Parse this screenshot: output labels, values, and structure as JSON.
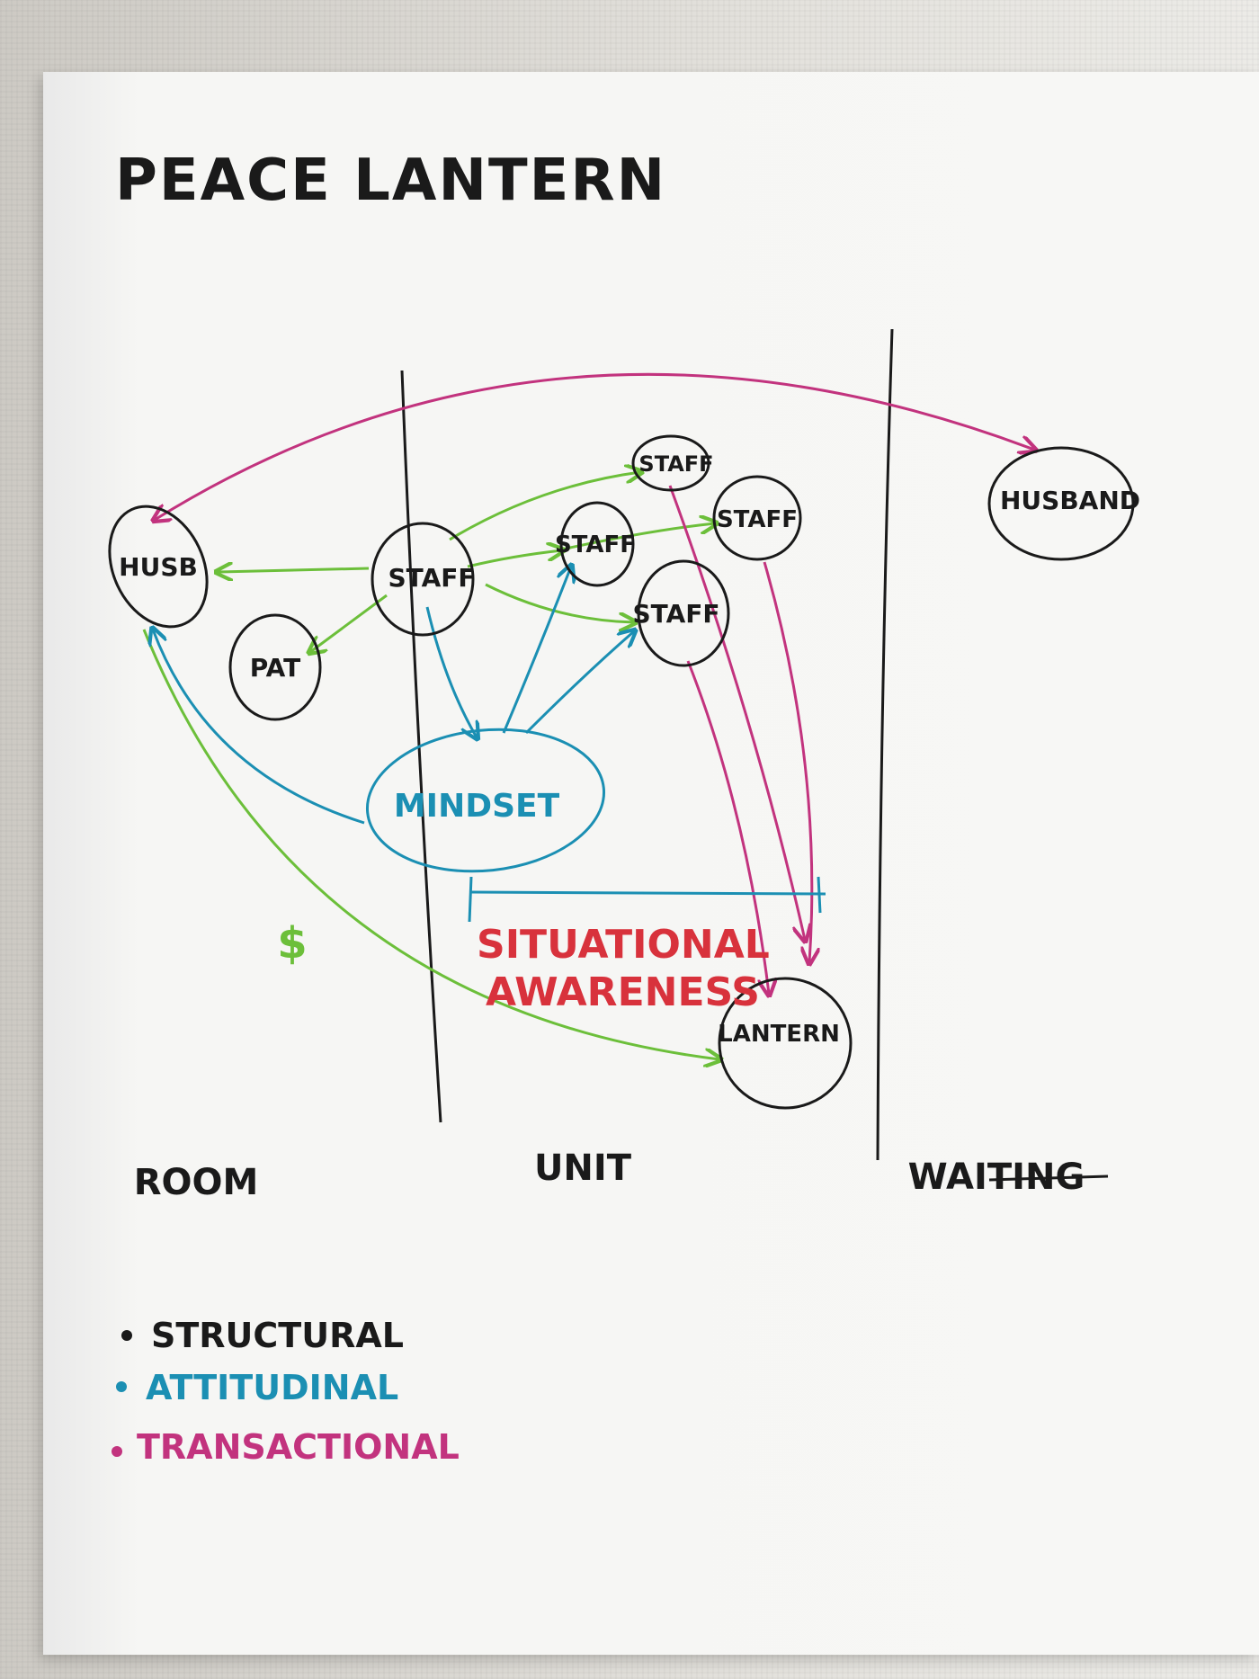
{
  "title": "PEACE LANTERN",
  "columns": [
    "ROOM",
    "UNIT",
    "WAITING"
  ],
  "nodes": {
    "husb": "HUSB",
    "pat": "PAT",
    "staff_center": "STAFF",
    "staff_top": "STAFF",
    "staff_mid": "STAFF",
    "staff_right": "STAFF",
    "staff_lower": "STAFF",
    "husband": "HUSBAND",
    "mindset": "MINDSET",
    "lantern": "LANTERN"
  },
  "annotations": {
    "dollar": "$",
    "situational_line1": "SITUATIONAL",
    "situational_line2": "AWARENESS"
  },
  "legend": [
    {
      "label": "STRUCTURAL",
      "color": "#1a1a1a"
    },
    {
      "label": "ATTITUDINAL",
      "color": "#1b8fb3"
    },
    {
      "label": "TRANSACTIONAL",
      "color": "#c2337e"
    }
  ],
  "colors": {
    "ink": "#1a1a1a",
    "green": "#6cbf3a",
    "blue": "#1b8fb3",
    "magenta": "#c2337e",
    "red": "#d8323c"
  }
}
